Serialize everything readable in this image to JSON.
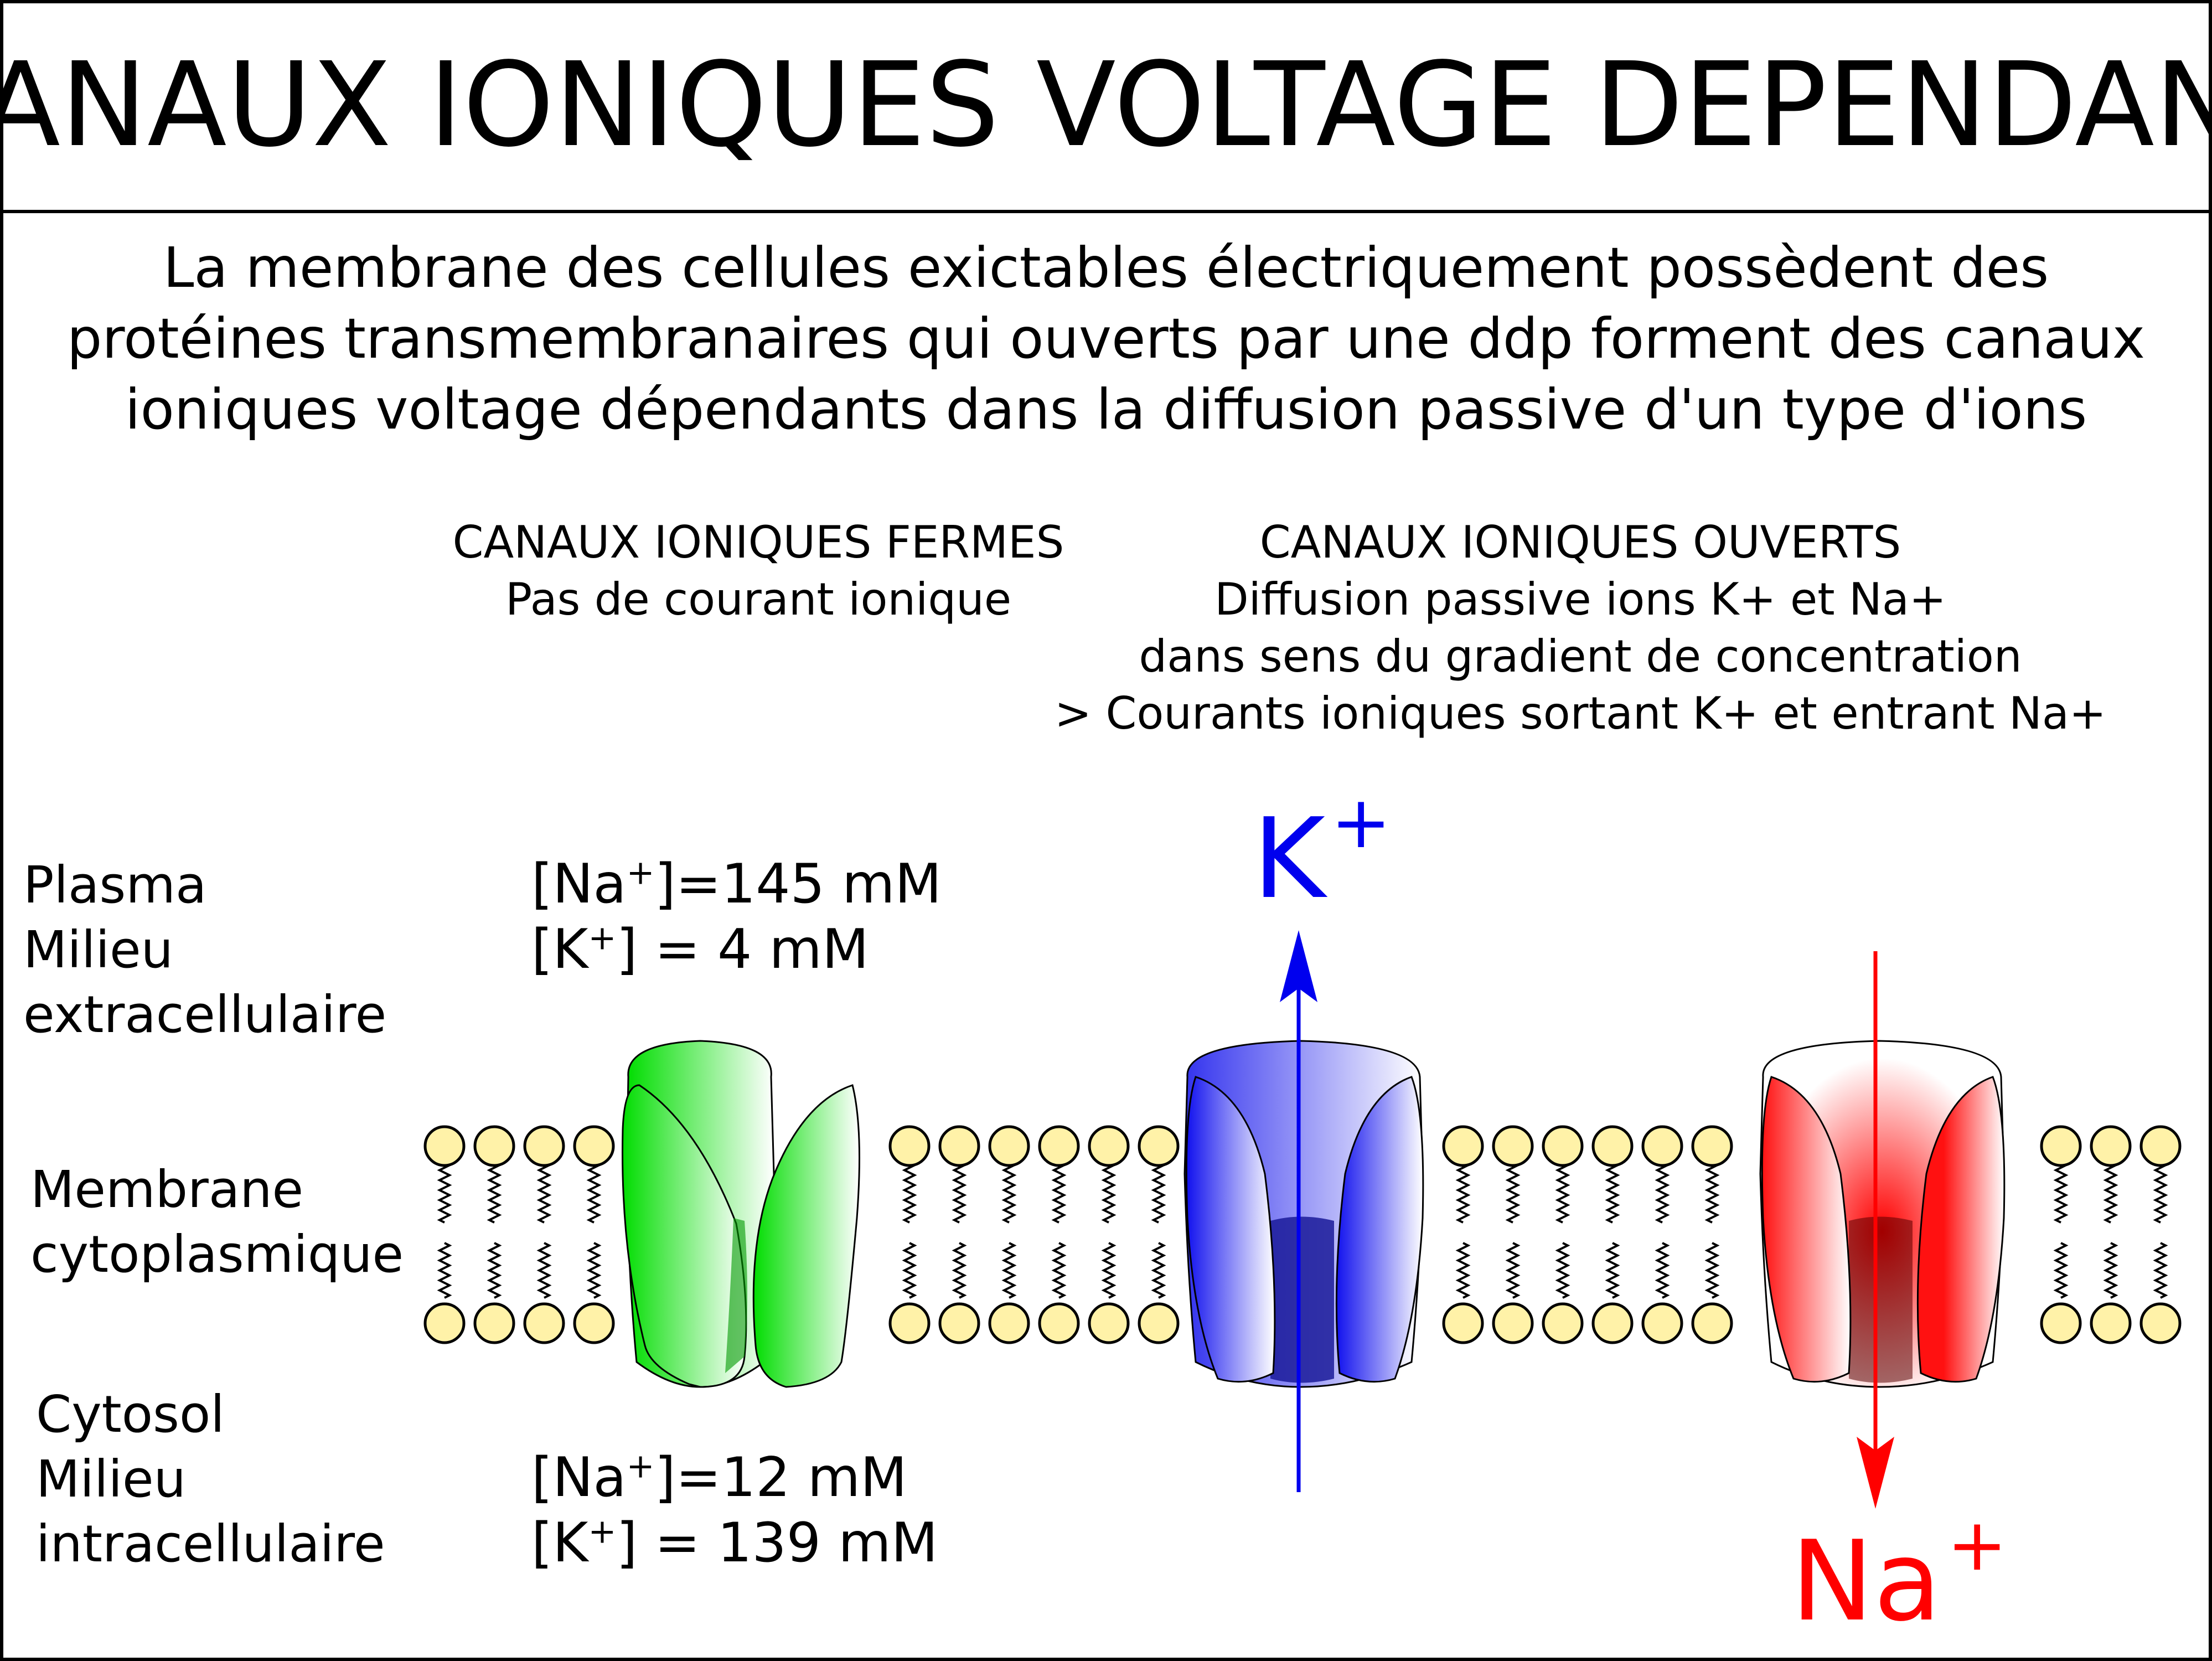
{
  "title": "CANAUX IONIQUES VOLTAGE DEPENDANT",
  "intro": {
    "line1": "La membrane des cellules exictables électriquement possèdent des",
    "line2": "protéines transmembranaires qui ouverts par une ddp forment des canaux",
    "line3": "ioniques voltage dépendants dans la diffusion passive d'un type d'ions"
  },
  "closed": {
    "heading": "CANAUX IONIQUES FERMES",
    "subtitle": "Pas de courant ionique"
  },
  "open": {
    "heading": "CANAUX IONIQUES OUVERTS",
    "line1": "Diffusion passive ions K+ et Na+",
    "line2": "dans  sens du gradient de concentration",
    "line3": "> Courants ioniques sortant K+ et entrant Na+"
  },
  "extracellular": {
    "line1": "Plasma",
    "line2": "Milieu",
    "line3": "extracellulaire",
    "na_prefix": "[Na",
    "na_sup": "+",
    "na_value": "]=145 mM",
    "k_prefix": "[K",
    "k_sup": "+",
    "k_value": "] = 4 mM"
  },
  "membrane": {
    "line1": "Membrane",
    "line2": "cytoplasmique"
  },
  "intracellular": {
    "line1": "Cytosol",
    "line2": "Milieu",
    "line3": "intracellulaire",
    "na_prefix": "[Na",
    "na_sup": "+",
    "na_value": "]=12 mM",
    "k_prefix": "[K",
    "k_sup": "+",
    "k_value": "] = 139 mM"
  },
  "ions": {
    "k_symbol": "K",
    "k_charge": "+",
    "na_symbol": "Na",
    "na_charge": "+"
  },
  "colors": {
    "closed_channel": "#00dd00",
    "k_channel": "#1111ee",
    "na_channel": "#ff1111",
    "k_arrow": "#0000ee",
    "na_arrow": "#ff0000",
    "lipid_head": "#fff2a8"
  }
}
